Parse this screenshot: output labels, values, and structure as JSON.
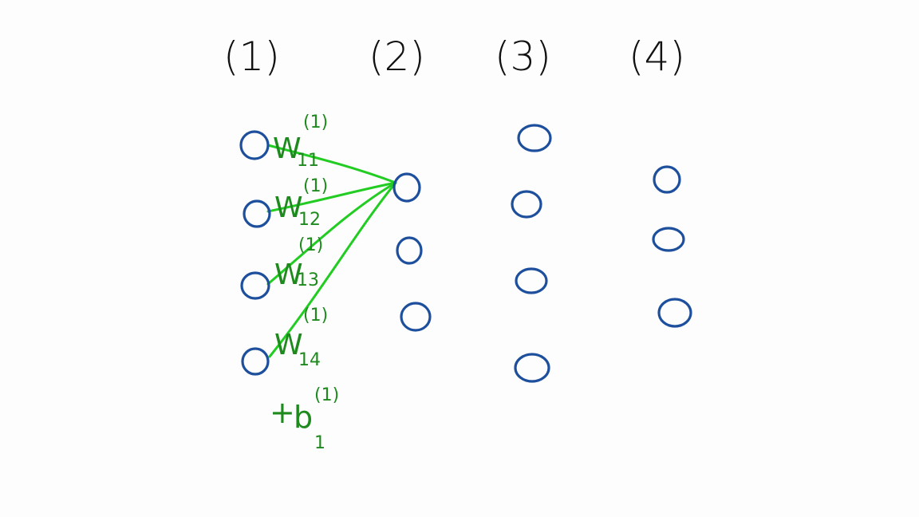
{
  "colors": {
    "node": "#1d4f9c",
    "edge": "#22cc22",
    "label_ink": "#1e8a1e",
    "text": "#111111"
  },
  "layers": [
    {
      "label": "(1)"
    },
    {
      "label": "(2)"
    },
    {
      "label": "(3)"
    },
    {
      "label": "(4)"
    }
  ],
  "weights": [
    {
      "symbol": "W",
      "subscript": "11",
      "superscript": "(1)"
    },
    {
      "symbol": "W",
      "subscript": "12",
      "superscript": "(1)"
    },
    {
      "symbol": "W",
      "subscript": "13",
      "superscript": "(1)"
    },
    {
      "symbol": "W",
      "subscript": "14",
      "superscript": "(1)"
    }
  ],
  "bias": {
    "prefix": "+",
    "symbol": "b",
    "subscript": "1",
    "superscript": "(1)"
  }
}
